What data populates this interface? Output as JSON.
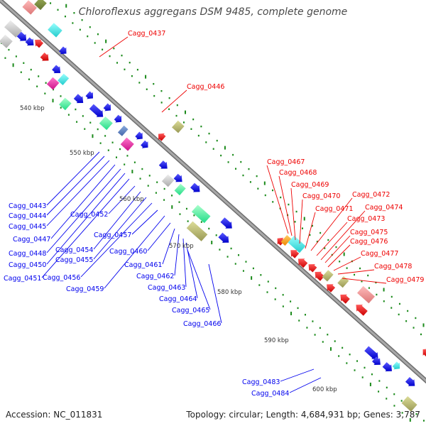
{
  "title": "Chloroflexus aggregans DSM 9485, complete genome",
  "footer": {
    "accession": "Accession: NC_011831",
    "topology": "Topology: circular; Length: 4,684,931 bp; Genes: 3,787"
  },
  "colors": {
    "forward": "#0000ee",
    "reverse": "#ee0000",
    "backbone": "#8c8c8c",
    "tick": "#1a8a1a",
    "cyan": "#33dddd",
    "green": "#44ee99",
    "magenta": "#ee2299",
    "olive": "#bbbb77",
    "grey": "#bbbbbb",
    "pink": "#ee8888"
  },
  "scale_labels": [
    {
      "text": "540 kbp",
      "kbp": 540
    },
    {
      "text": "550 kbp",
      "kbp": 550
    },
    {
      "text": "560 kbp",
      "kbp": 560
    },
    {
      "text": "570 kbp",
      "kbp": 570
    },
    {
      "text": "580 kbp",
      "kbp": 580
    },
    {
      "text": "590 kbp",
      "kbp": 590
    },
    {
      "text": "600 kbp",
      "kbp": 600
    }
  ],
  "forward_labels": [
    "Cagg_0437",
    "Cagg_0446",
    "Cagg_0467",
    "Cagg_0468",
    "Cagg_0469",
    "Cagg_0470",
    "Cagg_0471",
    "Cagg_0472",
    "Cagg_0473",
    "Cagg_0474",
    "Cagg_0475",
    "Cagg_0476",
    "Cagg_0477",
    "Cagg_0478",
    "Cagg_0479"
  ],
  "reverse_labels": [
    "Cagg_0443",
    "Cagg_0444",
    "Cagg_0445",
    "Cagg_0447",
    "Cagg_0448",
    "Cagg_0450",
    "Cagg_0451",
    "Cagg_0452",
    "Cagg_0454",
    "Cagg_0455",
    "Cagg_0456",
    "Cagg_0457",
    "Cagg_0459",
    "Cagg_0460",
    "Cagg_0461",
    "Cagg_0462",
    "Cagg_0463",
    "Cagg_0464",
    "Cagg_0465",
    "Cagg_0466",
    "Cagg_0483",
    "Cagg_0484"
  ]
}
